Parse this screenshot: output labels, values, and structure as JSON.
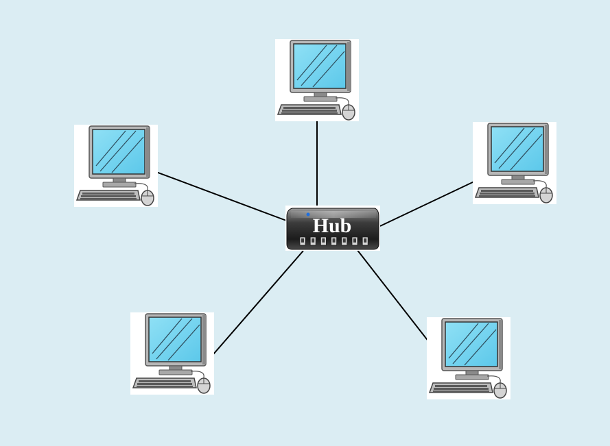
{
  "diagram": {
    "topology": "star",
    "background_color": "#dbedf3",
    "link_color": "#000000",
    "hub": {
      "label": "Hub",
      "icon": "network-hub-icon",
      "port_count": 7,
      "led_color": "#1e6fe0"
    },
    "nodes": [
      {
        "id": "computer-top",
        "icon": "desktop-computer-icon"
      },
      {
        "id": "computer-upper-left",
        "icon": "desktop-computer-icon"
      },
      {
        "id": "computer-upper-right",
        "icon": "desktop-computer-icon"
      },
      {
        "id": "computer-lower-left",
        "icon": "desktop-computer-icon"
      },
      {
        "id": "computer-lower-right",
        "icon": "desktop-computer-icon"
      }
    ],
    "edges": [
      {
        "from": "hub",
        "to": "computer-top"
      },
      {
        "from": "hub",
        "to": "computer-upper-left"
      },
      {
        "from": "hub",
        "to": "computer-upper-right"
      },
      {
        "from": "hub",
        "to": "computer-lower-left"
      },
      {
        "from": "hub",
        "to": "computer-lower-right"
      }
    ]
  }
}
